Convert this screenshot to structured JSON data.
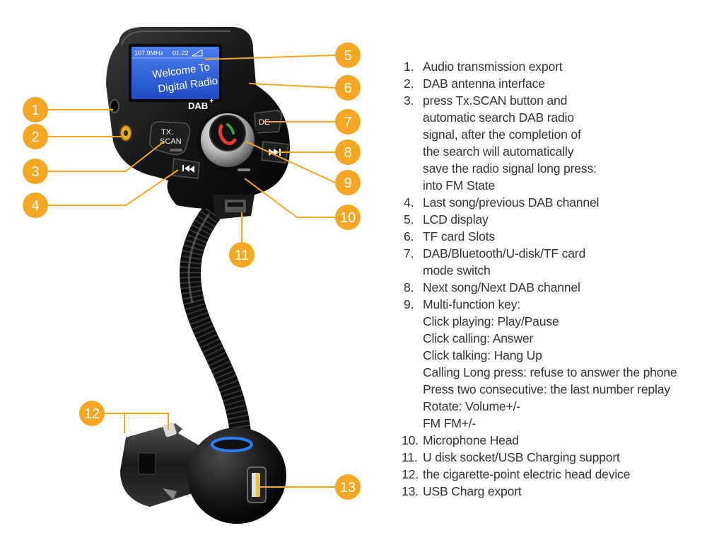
{
  "device": {
    "lcd": {
      "frequency": "107.9MHz",
      "time": "01:22",
      "line1": "Welcome To",
      "line2": "Digital Radio"
    },
    "logo_text": "DAB",
    "logo_plus": "+",
    "tx_button_line1": "TX.",
    "tx_button_line2": "SCAN",
    "mode_button_partial": "DE",
    "colors": {
      "callout": "#f5a623",
      "body": "#1c1c1c",
      "screen": "#2f5fd6",
      "accent_blue": "#2a7fff"
    }
  },
  "callouts": [
    "1",
    "2",
    "3",
    "4",
    "5",
    "6",
    "7",
    "8",
    "9",
    "10",
    "11",
    "12",
    "13"
  ],
  "list": [
    {
      "num": "1.",
      "lines": [
        "Audio transmission export"
      ]
    },
    {
      "num": "2.",
      "lines": [
        "DAB antenna interface"
      ]
    },
    {
      "num": "3.",
      "lines": [
        "press Tx.SCAN button and",
        "automatic search DAB radio",
        "signal, after the completion of",
        "the search will automatically",
        "save the radio signal long press:",
        "into FM State"
      ]
    },
    {
      "num": "4.",
      "lines": [
        "Last song/previous DAB channel"
      ]
    },
    {
      "num": "5.",
      "lines": [
        "LCD display"
      ]
    },
    {
      "num": "6.",
      "lines": [
        "TF card Slots"
      ]
    },
    {
      "num": "7.",
      "lines": [
        "DAB/Bluetooth/U-disk/TF card",
        "mode switch"
      ]
    },
    {
      "num": "8.",
      "lines": [
        "Next song/Next DAB channel"
      ]
    },
    {
      "num": "9.",
      "lines": [
        "Multi-function key:",
        "Click playing: Play/Pause",
        "Click calling: Answer",
        "Click talking: Hang Up",
        "Calling Long press: refuse to answer the phone",
        "Press two consecutive: the last number replay",
        "Rotate: Volume+/-",
        "FM FM+/-"
      ]
    },
    {
      "num": "10.",
      "lines": [
        "Microphone Head"
      ]
    },
    {
      "num": "11.",
      "lines": [
        "U disk socket/USB Charging support"
      ]
    },
    {
      "num": "12.",
      "lines": [
        "the cigarette-point electric head device"
      ]
    },
    {
      "num": "13.",
      "lines": [
        "USB Charg export"
      ]
    }
  ]
}
